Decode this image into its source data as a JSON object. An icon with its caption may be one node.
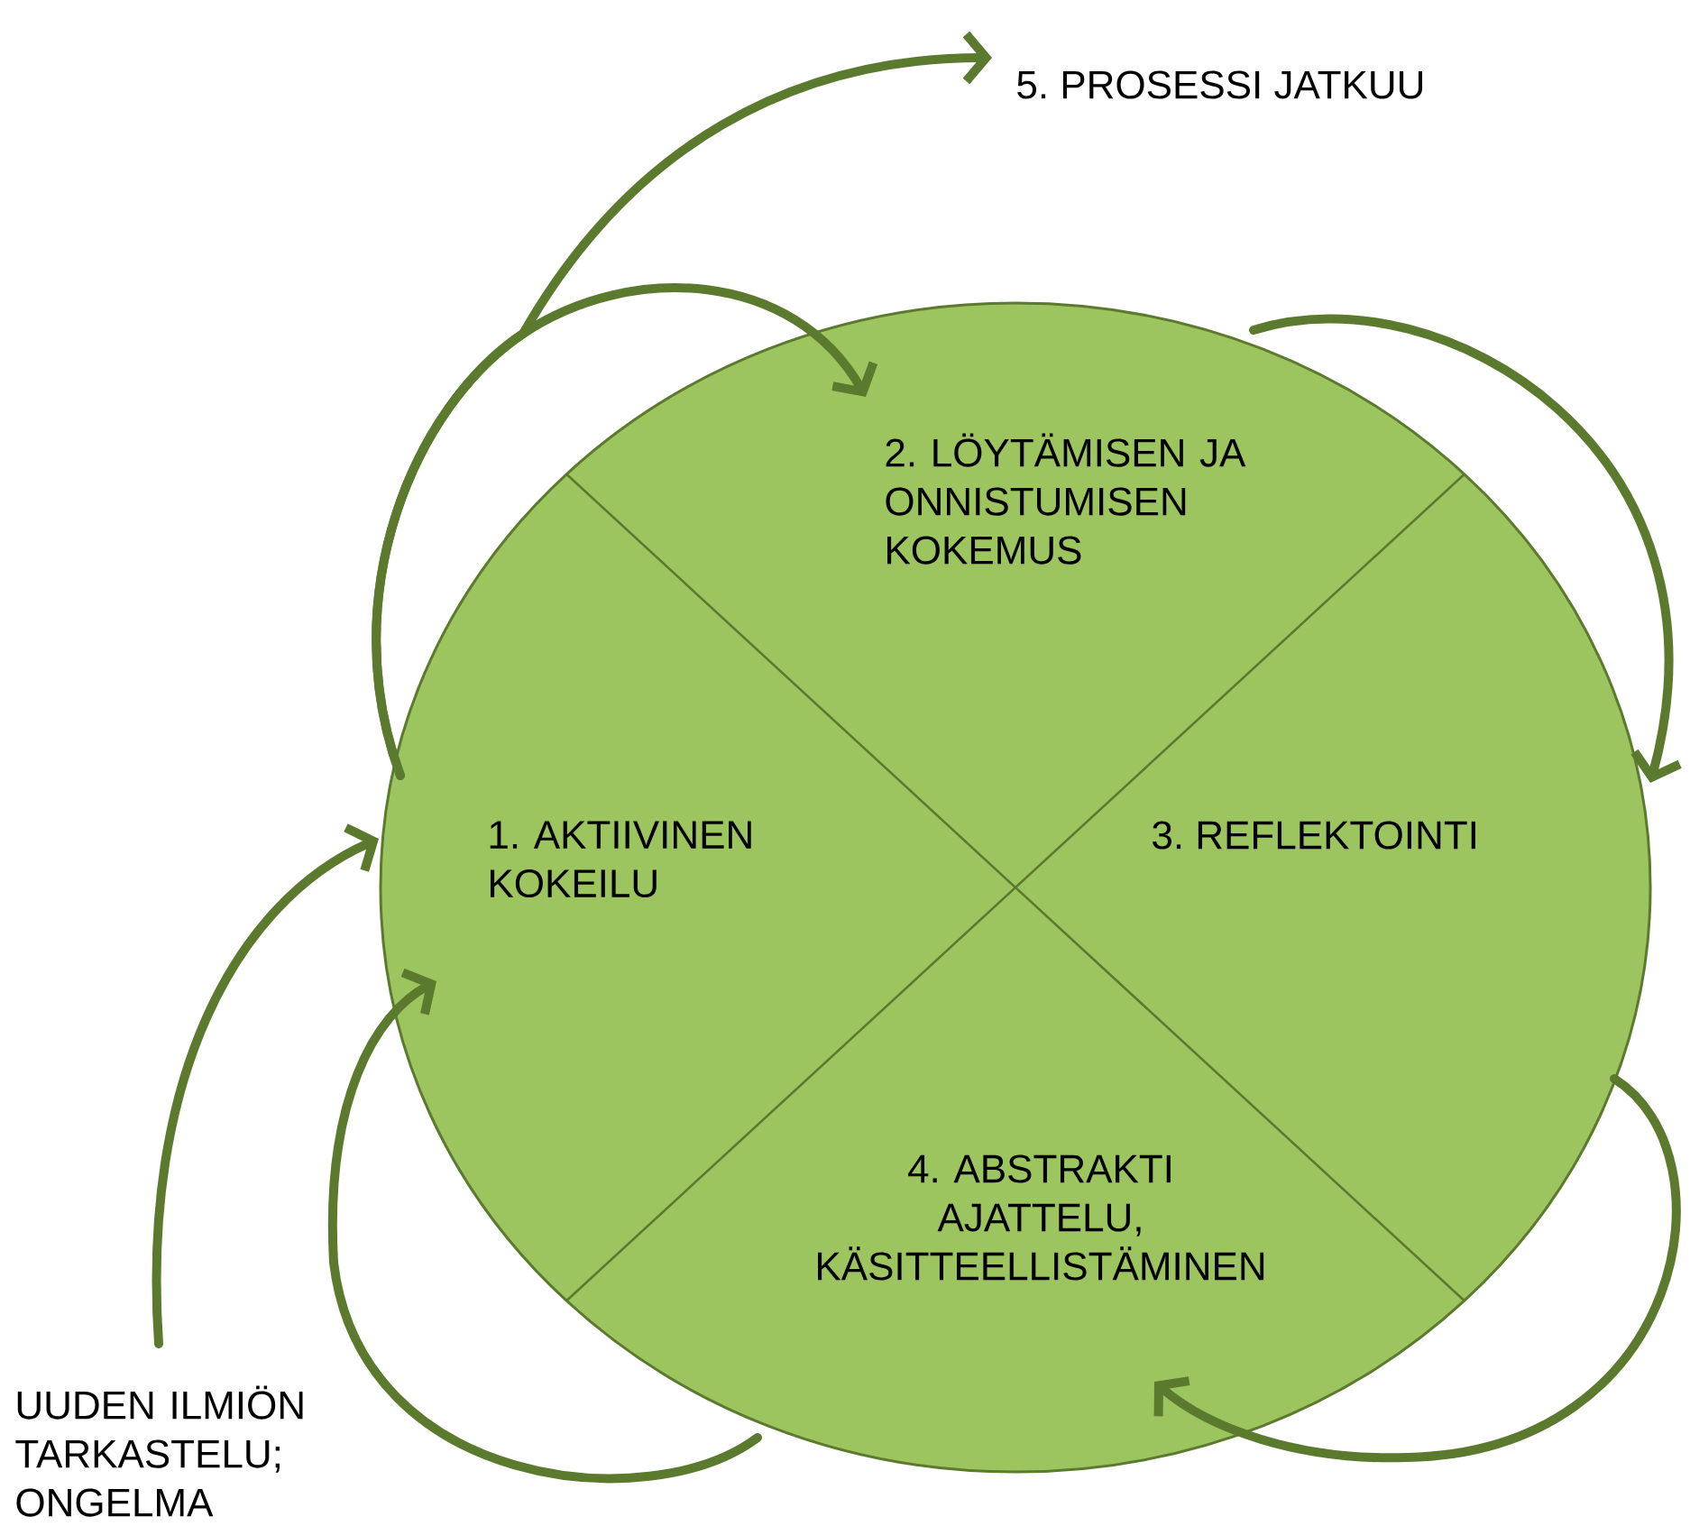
{
  "diagram": {
    "nodes": [
      {
        "text": [
          "1. AKTIIVINEN KOKEILU"
        ]
      },
      {
        "text": [
          "2. LÖYTÄMISEN JA ONNISTUMISEN KOKEMUS"
        ]
      },
      {
        "text": [
          "3. REFLEKTOINTI"
        ]
      },
      {
        "text": [
          "4. ABSTRAKTI AJATTELU, KÄSITTEELLISTÄMINEN"
        ]
      },
      {
        "text": [
          "UUDEN ILMIÖN TARKASTELU; ONGELMA"
        ]
      },
      {
        "text": [
          "5. PROSESSI JATKUU"
        ]
      }
    ],
    "edges": [
      {
        "from": 4,
        "to": 0,
        "arrow": "to"
      },
      {
        "from": 0,
        "to": 1,
        "arrow": "to"
      },
      {
        "from": 0,
        "to": 5,
        "arrow": "to"
      },
      {
        "from": 1,
        "to": 2,
        "arrow": "to"
      },
      {
        "from": 2,
        "to": 3,
        "arrow": "to"
      },
      {
        "from": 3,
        "to": 0,
        "arrow": "to"
      }
    ]
  }
}
